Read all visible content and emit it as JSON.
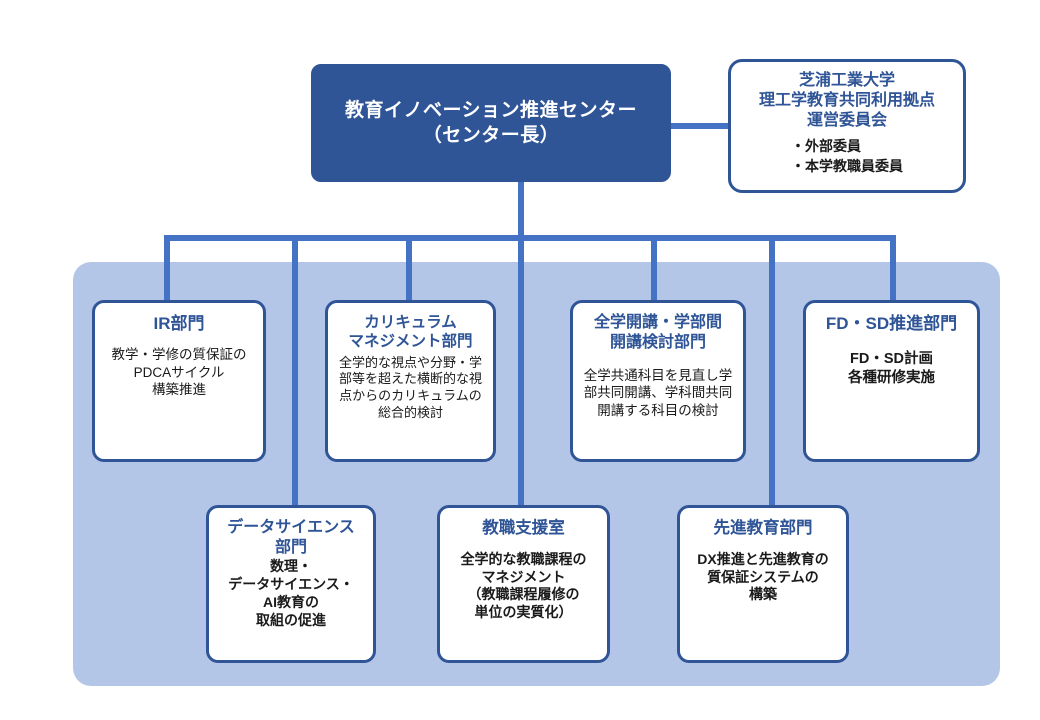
{
  "diagram": {
    "type": "organization-chart",
    "colors": {
      "root_fill": "#2f5597",
      "node_border": "#2f5597",
      "node_fill": "#ffffff",
      "connector": "#4472c4",
      "panel_fill": "#b4c6e7",
      "title_text": "#2f5597",
      "body_text": "#1a1a1a",
      "root_text": "#ffffff"
    },
    "root": {
      "title": "教育イノベーション推進センター\n（センター長）"
    },
    "committee": {
      "title": "芝浦工業大学\n理工学教育共同利用拠点\n運営委員会",
      "bullets": "・外部委員\n・本学教職員委員"
    },
    "departments_top": [
      {
        "id": "ir",
        "title": "IR部門",
        "body": "教学・学修の質保証の\nPDCAサイクル\n構築推進"
      },
      {
        "id": "curriculum-management",
        "title": "カリキュラム\nマネジメント部門",
        "body": "全学的な視点や分野・学\n部等を超えた横断的な視\n点からのカリキュラムの\n総合的検討"
      },
      {
        "id": "university-wide-courses",
        "title": "全学開講・学部間\n開講検討部門",
        "body": "全学共通科目を見直し学\n部共同開講、学科間共同\n開講する科目の検討"
      },
      {
        "id": "fd-sd",
        "title": "FD・SD推進部門",
        "body": "FD・SD計画\n各種研修実施"
      }
    ],
    "departments_bottom": [
      {
        "id": "data-science",
        "title": "データサイエンス\n部門",
        "body": "数理・\nデータサイエンス・\nAI教育の\n取組の促進"
      },
      {
        "id": "teaching-support",
        "title": "教職支援室",
        "body": "全学的な教職課程の\nマネジメント\n（教職課程履修の\n単位の実質化）"
      },
      {
        "id": "advanced-education",
        "title": "先進教育部門",
        "body": "DX推進と先進教育の\n質保証システムの\n構築"
      }
    ]
  }
}
